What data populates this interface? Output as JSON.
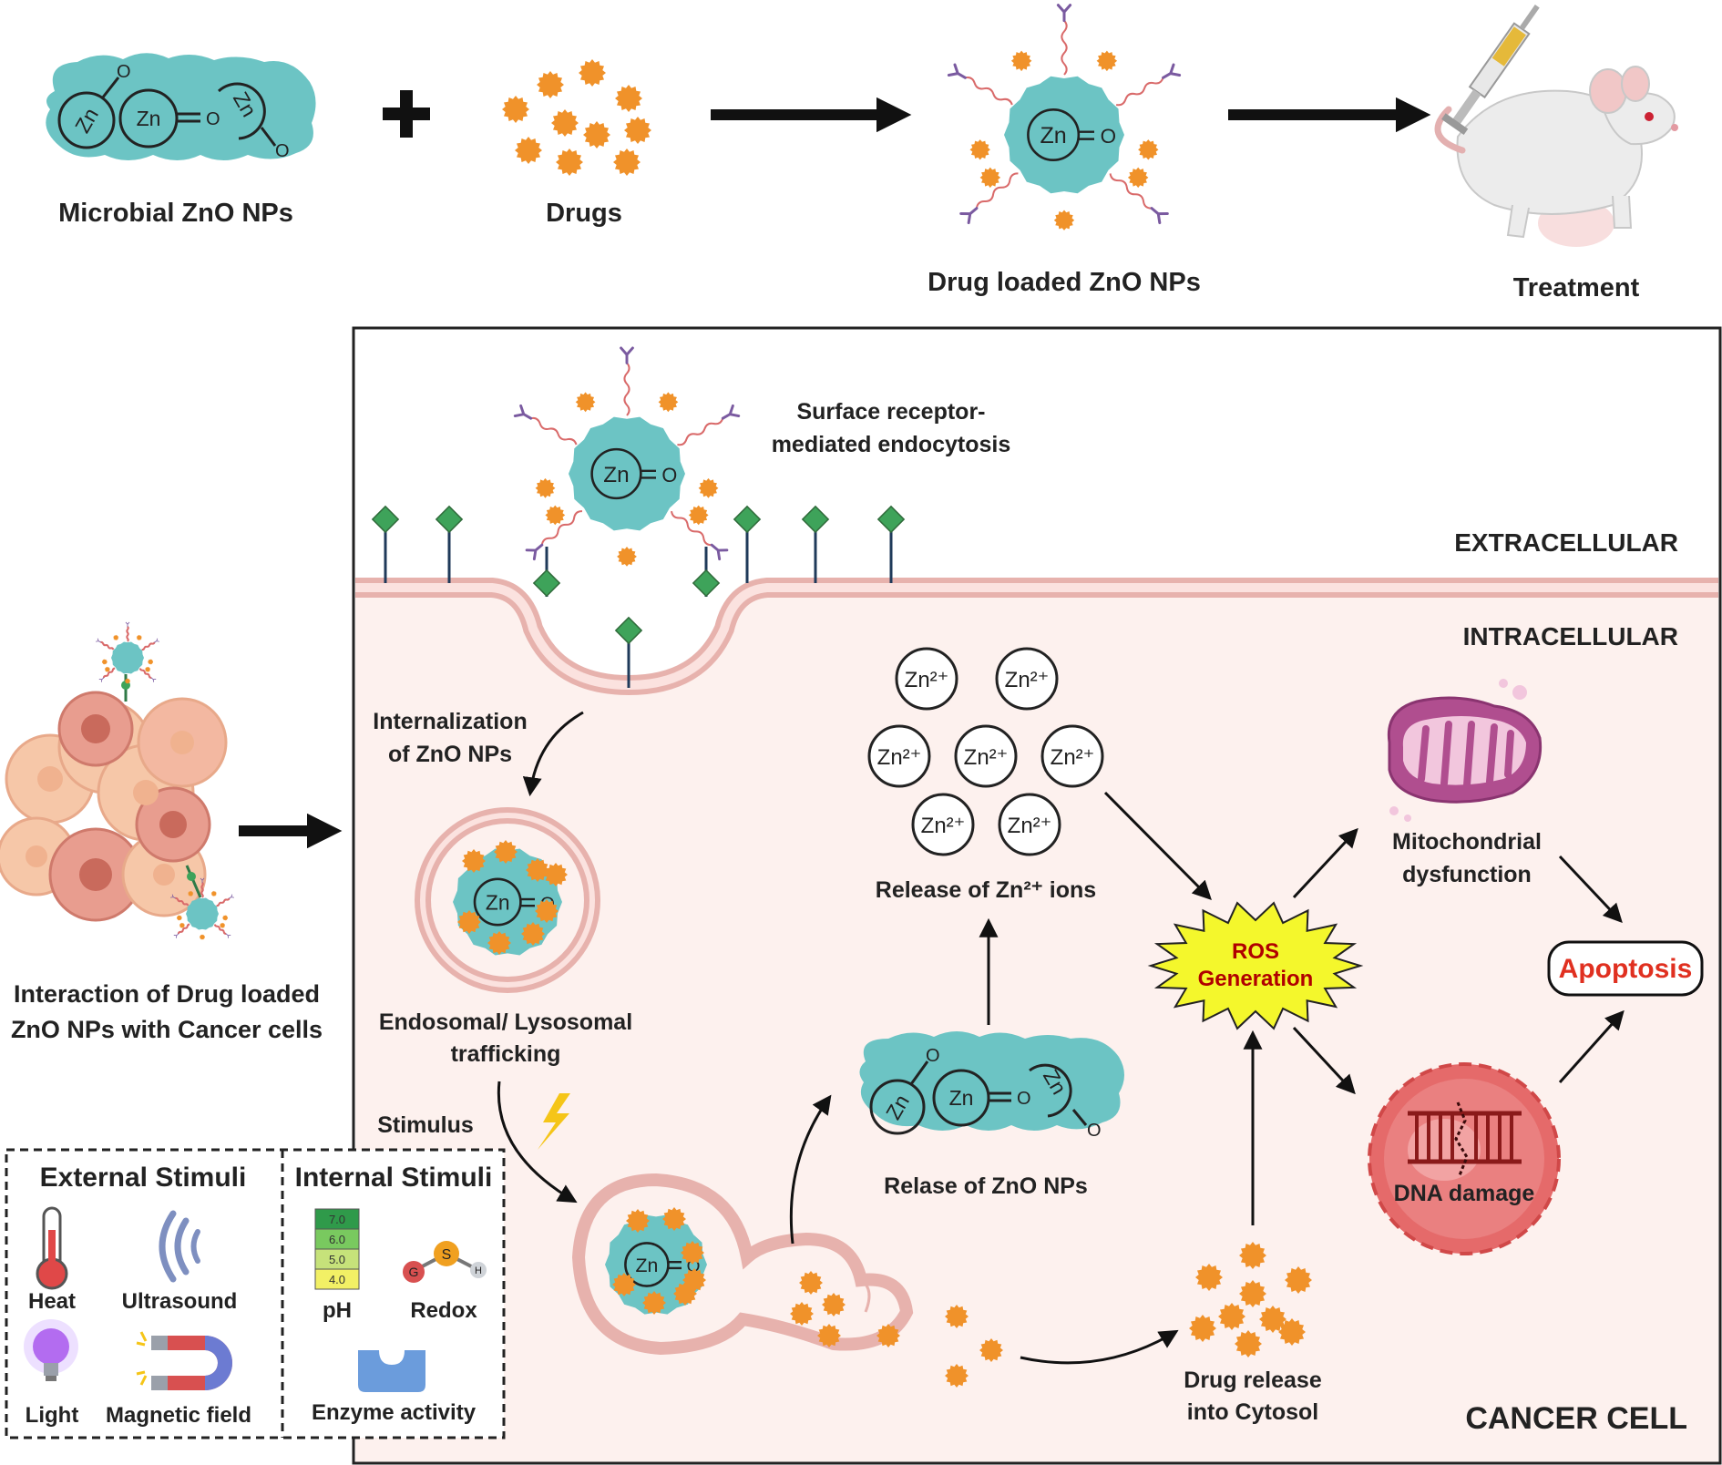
{
  "colors": {
    "nanoparticle": "#6cc4c4",
    "drug": "#f0922a",
    "linker": "#d96a6a",
    "antibody": "#7a5aa0",
    "receptor": "#3ea35a",
    "cell_fill": "#fdf1ee",
    "membrane": "#e7b2ad",
    "ros_burst": "#f4f72c",
    "apoptosis_text": "#e03020",
    "dna_cell": "#e56a6a"
  },
  "top_row": {
    "microbial_label": "Microbial ZnO NPs",
    "drugs_label": "Drugs",
    "loaded_label": "Drug loaded ZnO NPs",
    "treatment_label": "Treatment",
    "plus_symbol": "+",
    "zn": "Zn",
    "o": "O"
  },
  "left": {
    "interaction_line1": "Interaction of Drug loaded",
    "interaction_line2": "ZnO NPs with Cancer cells"
  },
  "cell": {
    "surface_line1": "Surface receptor-",
    "surface_line2": "mediated endocytosis",
    "extracellular": "EXTRACELLULAR",
    "intracellular": "INTRACELLULAR",
    "internalization_line1": "Internalization",
    "internalization_line2": "of ZnO NPs",
    "endosomal_line1": "Endosomal/ Lysosomal",
    "endosomal_line2": "trafficking",
    "stimulus": "Stimulus",
    "zn_ion": "Zn²⁺",
    "release_ions": "Release of Zn²⁺ ions",
    "release_np": "Relase of ZnO NPs",
    "drug_release_line1": "Drug release",
    "drug_release_line2": "into Cytosol",
    "ros_line1": "ROS",
    "ros_line2": "Generation",
    "mito_line1": "Mitochondrial",
    "mito_line2": "dysfunction",
    "dna_damage": "DNA damage",
    "apoptosis": "Apoptosis",
    "cancer_cell": "CANCER CELL"
  },
  "stimuli": {
    "external_title": "External Stimuli",
    "internal_title": "Internal Stimuli",
    "heat": "Heat",
    "ultrasound": "Ultrasound",
    "light": "Light",
    "magnetic": "Magnetic field",
    "ph": "pH",
    "redox": "Redox",
    "enzyme": "Enzyme activity",
    "ph_values": [
      "7.0",
      "6.0",
      "5.0",
      "4.0"
    ],
    "redox_g": "G",
    "redox_s": "S",
    "redox_h": "H"
  }
}
